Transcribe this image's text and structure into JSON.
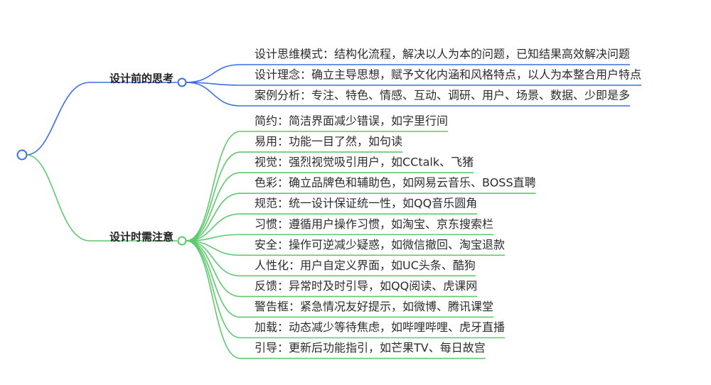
{
  "colors": {
    "thinking": "#3b6ee8",
    "attention": "#5fc96f",
    "root": "#3b6ee8"
  },
  "root": {
    "label": ""
  },
  "branches": [
    {
      "id": "thinking",
      "label": "设计前的思考",
      "color_key": "thinking",
      "items": [
        "设计思维模式：结构化流程，解决以人为本的问题，已知结果高效解决问题",
        "设计理念：确立主导思想，赋予文化内涵和风格特点，以人为本整合用户特点",
        "案例分析：专注、特色、情感、互动、调研、用户、场景、数据、少即是多"
      ]
    },
    {
      "id": "attention",
      "label": "设计时需注意",
      "color_key": "attention",
      "items": [
        "简约：简洁界面减少错误，如字里行间",
        "易用：功能一目了然，如句读",
        "视觉：强烈视觉吸引用户，如CCtalk、飞猪",
        "色彩：确立品牌色和辅助色，如网易云音乐、BOSS直聘",
        "规范：统一设计保证统一性，如QQ音乐圆角",
        "习惯：遵循用户操作习惯，如淘宝、京东搜索栏",
        "安全：操作可逆减少疑惑，如微信撤回、淘宝退款",
        "人性化：用户自定义界面，如UC头条、酷狗",
        "反馈：异常时及时引导，如QQ阅读、虎课网",
        "警告框：紧急情况友好提示，如微博、腾讯课堂",
        "加载：动态减少等待焦虑，如哔哩哔哩、虎牙直播",
        "引导：更新后功能指引，如芒果TV、每日故宫"
      ]
    }
  ]
}
